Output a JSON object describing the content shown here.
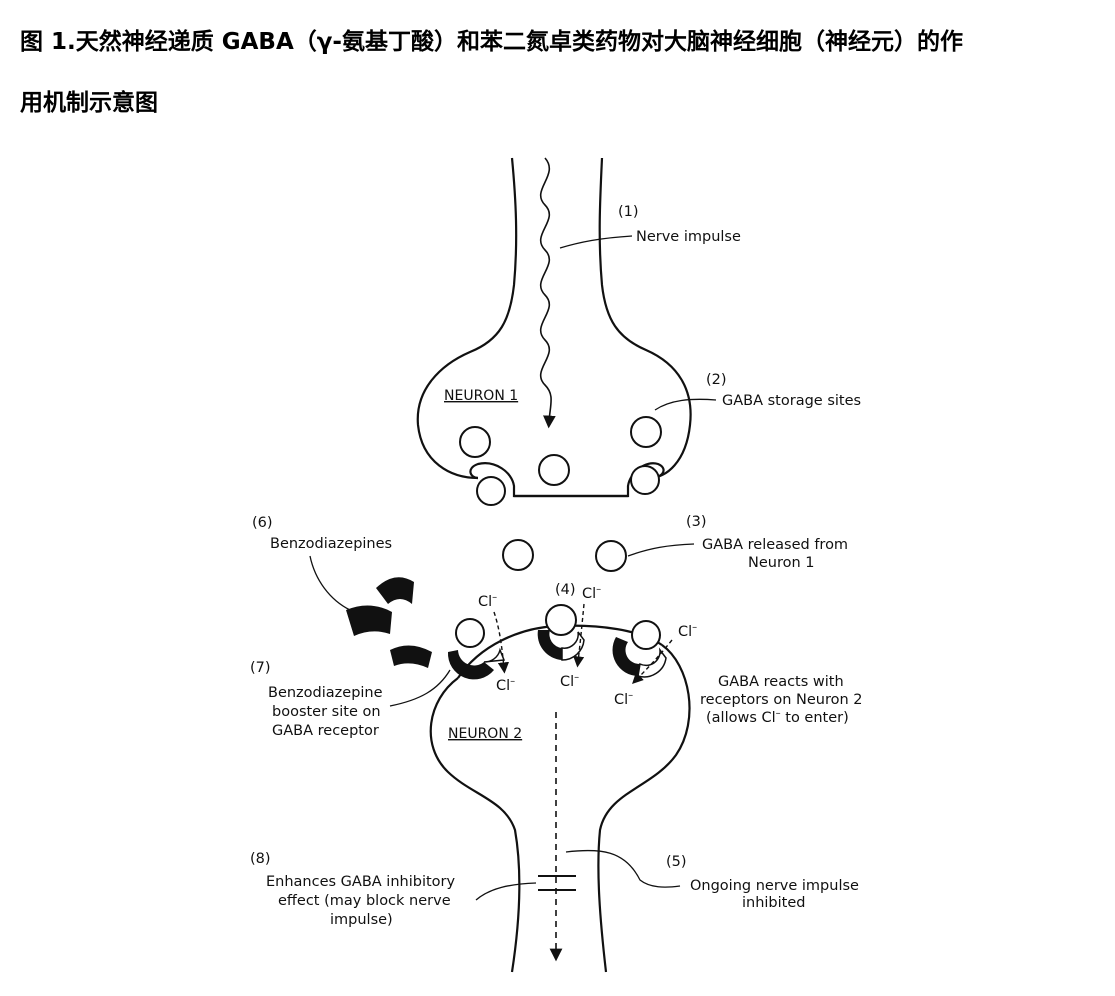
{
  "figure_title": {
    "line1": "图 1.天然神经递质 GABA（γ-氨基丁酸）和苯二氮卓类药物对大脑神经细胞（神经元）的作",
    "line2": "用机制示意图"
  },
  "labels": {
    "n1": "(1)",
    "nerve_impulse": "Nerve impulse",
    "n2": "(2)",
    "gaba_storage": "GABA storage sites",
    "neuron1": "NEURON 1",
    "n3": "(3)",
    "gaba_released_l1": "GABA released from",
    "gaba_released_l2": "Neuron 1",
    "n6": "(6)",
    "benzodiazepines": "Benzodiazepines",
    "n4": "(4)",
    "cl": "Cl",
    "cl_sup": "–",
    "n7": "(7)",
    "booster_l1": "Benzodiazepine",
    "booster_l2": "booster site on",
    "booster_l3": "GABA receptor",
    "reacts_l1": "GABA reacts with",
    "reacts_l2": "receptors on Neuron 2",
    "reacts_l3a": "(allows Cl",
    "reacts_l3b": "to enter)",
    "neuron2": "NEURON 2",
    "n8": "(8)",
    "enhances_l1": "Enhances GABA inhibitory",
    "enhances_l2": "effect (may block nerve",
    "enhances_l3": "impulse)",
    "n5": "(5)",
    "ongoing_l1": "Ongoing nerve impulse",
    "ongoing_l2": "inhibited"
  }
}
